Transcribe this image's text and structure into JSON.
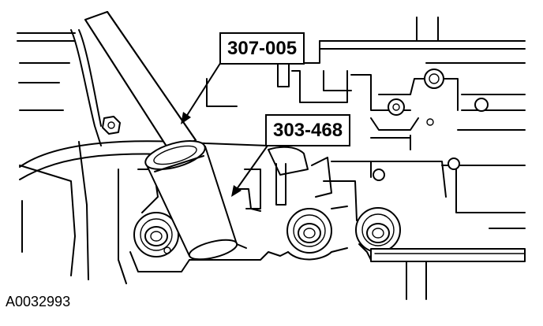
{
  "figure_id": "A0032993",
  "callouts": [
    {
      "label": "307-005"
    },
    {
      "label": "303-468"
    }
  ],
  "colors": {
    "line": "#000000",
    "background": "#ffffff"
  }
}
